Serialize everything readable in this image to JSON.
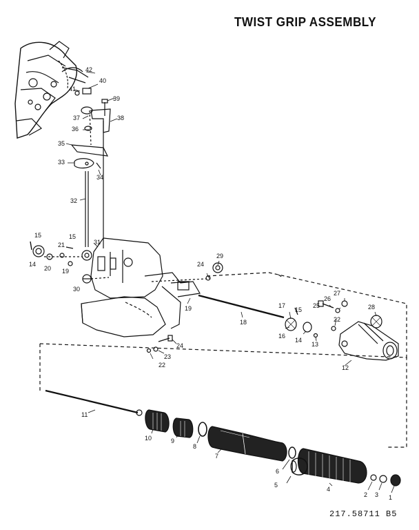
{
  "title": "TWIST GRIP ASSEMBLY",
  "drawing_code": "217.58711 B5",
  "callouts": [
    {
      "id": "42",
      "text": "42"
    },
    {
      "id": "40",
      "text": "40"
    },
    {
      "id": "41",
      "text": "41"
    },
    {
      "id": "39",
      "text": "39"
    },
    {
      "id": "37",
      "text": "37"
    },
    {
      "id": "38",
      "text": "38"
    },
    {
      "id": "36",
      "text": "36"
    },
    {
      "id": "35",
      "text": "35"
    },
    {
      "id": "33",
      "text": "33"
    },
    {
      "id": "34",
      "text": "34"
    },
    {
      "id": "32",
      "text": "32"
    },
    {
      "id": "15a",
      "text": "15"
    },
    {
      "id": "15b",
      "text": "15"
    },
    {
      "id": "21",
      "text": "21"
    },
    {
      "id": "31",
      "text": "31"
    },
    {
      "id": "14a",
      "text": "14"
    },
    {
      "id": "20",
      "text": "20"
    },
    {
      "id": "19a",
      "text": "19"
    },
    {
      "id": "30",
      "text": "30"
    },
    {
      "id": "29",
      "text": "29"
    },
    {
      "id": "24a",
      "text": "24"
    },
    {
      "id": "19b",
      "text": "19"
    },
    {
      "id": "18",
      "text": "18"
    },
    {
      "id": "17",
      "text": "17"
    },
    {
      "id": "16",
      "text": "16"
    },
    {
      "id": "15c",
      "text": "15"
    },
    {
      "id": "14b",
      "text": "14"
    },
    {
      "id": "13",
      "text": "13"
    },
    {
      "id": "25",
      "text": "25"
    },
    {
      "id": "26",
      "text": "26"
    },
    {
      "id": "27",
      "text": "27"
    },
    {
      "id": "22a",
      "text": "22"
    },
    {
      "id": "28",
      "text": "28"
    },
    {
      "id": "12",
      "text": "12"
    },
    {
      "id": "24b",
      "text": "24"
    },
    {
      "id": "23",
      "text": "23"
    },
    {
      "id": "22b",
      "text": "22"
    },
    {
      "id": "11",
      "text": "11"
    },
    {
      "id": "10",
      "text": "10"
    },
    {
      "id": "9",
      "text": "9"
    },
    {
      "id": "8",
      "text": "8"
    },
    {
      "id": "7",
      "text": "7"
    },
    {
      "id": "6a",
      "text": "6"
    },
    {
      "id": "5",
      "text": "5"
    },
    {
      "id": "4",
      "text": "4"
    },
    {
      "id": "2",
      "text": "2"
    },
    {
      "id": "3",
      "text": "3"
    },
    {
      "id": "1",
      "text": "1"
    }
  ]
}
